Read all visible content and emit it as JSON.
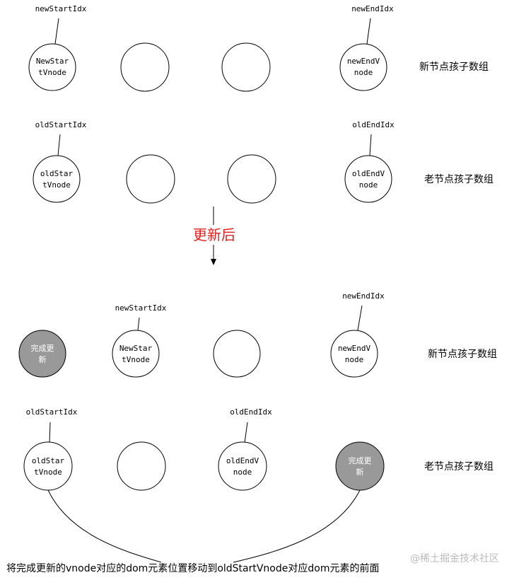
{
  "top": {
    "new_row": {
      "pointer_start": "newStartIdx",
      "pointer_end": "newEndIdx",
      "start_node": [
        "NewStar",
        "tVnode"
      ],
      "end_node": [
        "newEndV",
        "node"
      ],
      "row_label": "新节点孩子数组"
    },
    "old_row": {
      "pointer_start": "oldStartIdx",
      "pointer_end": "oldEndIdx",
      "start_node": [
        "oldStar",
        "tVnode"
      ],
      "end_node": [
        "oldEndV",
        "node"
      ],
      "row_label": "老节点孩子数组"
    }
  },
  "transition": {
    "label": "更新后",
    "label_color": "#e02020"
  },
  "bottom": {
    "new_row": {
      "done_node": [
        "完成更",
        "新"
      ],
      "pointer_start": "newStartIdx",
      "pointer_end": "newEndIdx",
      "start_node": [
        "NewStar",
        "tVnode"
      ],
      "end_node": [
        "newEndV",
        "node"
      ],
      "row_label": "新节点孩子数组"
    },
    "old_row": {
      "pointer_start": "oldStartIdx",
      "pointer_end": "oldEndIdx",
      "start_node": [
        "oldStar",
        "tVnode"
      ],
      "end_node": [
        "oldEndV",
        "node"
      ],
      "done_node": [
        "完成更",
        "新"
      ],
      "row_label": "老节点孩子数组"
    }
  },
  "caption": "将完成更新的vnode对应的dom元素位置移动到oldStartVnode对应dom元素的前面",
  "watermark": "@稀土掘金技术社区",
  "colors": {
    "done_fill": "#999999",
    "stroke": "#000000",
    "accent_text": "#e02020",
    "watermark": "#bbbbbb"
  }
}
